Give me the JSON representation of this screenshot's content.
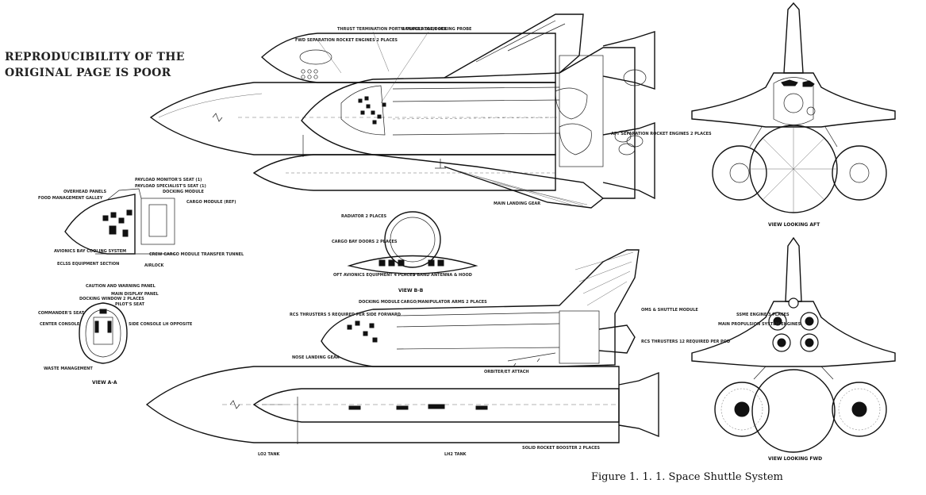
{
  "stamp": {
    "line1": "REPRODUCIBILITY OF THE",
    "line2": "ORIGINAL PAGE IS POOR"
  },
  "caption": "Figure 1. 1. 1.  Space Shuttle System",
  "view_titles": {
    "aft": "VIEW LOOKING AFT",
    "fwd": "VIEW LOOKING FWD",
    "bb": "VIEW  B-B",
    "aa": "VIEW  A-A"
  },
  "labels": {
    "srb_sep_motors": "FWD SEPARATION ROCKET ENGINES  2 PLACES",
    "thrusters_top": "THRUST TERMINATION PORT  2 PLACES EACH SRB",
    "manipulator": "MANIPULATOR/DOCKING  PROBE",
    "aft_sep": "AFT SEPARATION ROCKET ENGINES  2 PLACES",
    "main_gear": "MAIN LANDING GEAR",
    "overhead": "OVERHEAD PANELS",
    "galley": "FOOD MANAGEMENT GALLEY",
    "payload_monitor": "PAYLOAD MONITOR'S SEAT (1)",
    "payload_spec": "PAYLOAD SPECIALIST'S SEAT (1)",
    "docking_module": "DOCKING MODULE",
    "cargo_module": "CARGO MODULE (REF)",
    "avionics_bay": "AVIONICS BAY  COOLING SYSTEM",
    "eclss": "ECLSS EQUIPMENT SECTION",
    "crew_transfer": "CREW CARGO MODULE  TRANSFER TUNNEL",
    "airlock": "AIRLOCK",
    "caution": "CAUTION AND  WARNING PANEL",
    "main_display": "MAIN DISPLAY PANEL",
    "docking_window": "DOCKING WINDOW  2 PLACES",
    "pilot_seat": "PILOT'S SEAT",
    "commander_seat": "COMMANDER'S SEAT",
    "center_console": "CENTER CONSOLE",
    "side_console": "SIDE CONSOLE  LH OPPOSITE",
    "waste": "WASTE MANAGEMENT",
    "radiator": "RADIATOR  2 PLACES",
    "cargo_doors": "CARGO BAY DOORS  2 PLACES",
    "avionics_equip": "OFT AVIONICS EQUIPMENT  4 PLACES",
    "s_band": "S BAND ANTENNA  & HOOD",
    "docking_module2": "DOCKING MODULE",
    "cargo_manip": "CARGO/MANIPULATOR ARMS  2 PLACES",
    "rcs_fwd": "RCS THRUSTERS  5 REQUIRED PER  SIDE FORWARD",
    "nose_gear": "NOSE LANDING GEAR",
    "oms": "OMS & SHUTTLE MODULE",
    "rcs_aft": "RCS THRUSTERS  12 REQUIRED  PER POD",
    "lox_tank": "LO2 TANK",
    "lh2_tank": "LH2 TANK",
    "solid_rocket": "SOLID ROCKET BOOSTER  2 PLACES",
    "ssme": "SSME ENGINE 3 PLACES",
    "main_prop": "MAIN PROPULSION  SYSTEM ENGINES",
    "attach": "ORBITER/ET ATTACH"
  }
}
